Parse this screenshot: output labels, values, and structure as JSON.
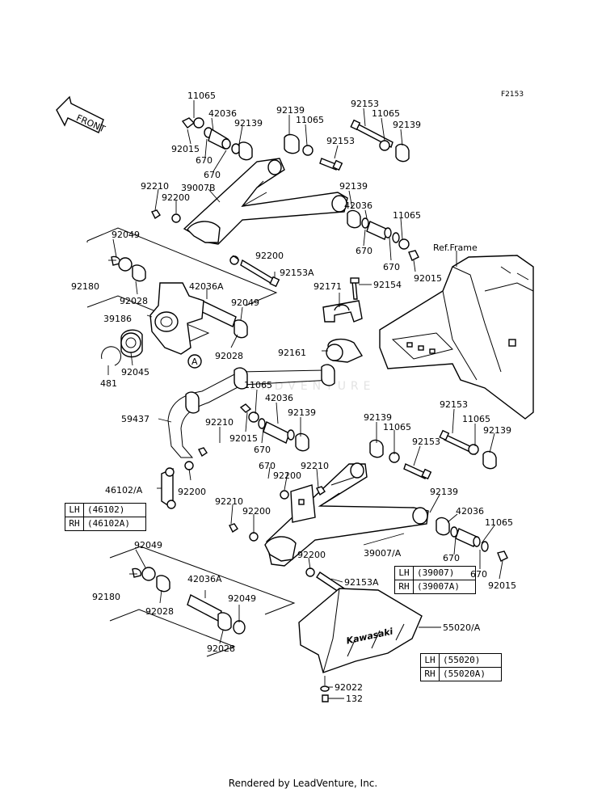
{
  "figure_id": "F2153",
  "watermark": "LEADVENTURE",
  "footer": "Rendered by LeadVenture, Inc.",
  "front_arrow_label": "FRONT",
  "ref_frame_label": "Ref.Frame",
  "callout_A": "A",
  "logo_text": "Kawasaki",
  "labels": {
    "l1": "11065",
    "l2": "42036",
    "l3": "92139",
    "l4": "92015",
    "l5": "670",
    "l6": "670",
    "l7": "92139",
    "l8": "11065",
    "l9": "92153",
    "l10": "11065",
    "l11": "92139",
    "l12": "92153",
    "l13": "92210",
    "l14": "39007B",
    "l15": "92200",
    "l16": "92139",
    "l17": "42036",
    "l18": "11065",
    "l19": "670",
    "l20": "670",
    "l21": "92015",
    "l22": "92049",
    "l23": "92200",
    "l24": "92153A",
    "l25": "92180",
    "l26": "92028",
    "l27": "42036A",
    "l28": "92171",
    "l29": "92154",
    "l30": "92049",
    "l31": "39186",
    "l32": "92028",
    "l33": "92161",
    "l34": "481",
    "l35": "92045",
    "l36": "11065",
    "l37": "42036",
    "l38": "92139",
    "l39": "59437",
    "l40": "92210",
    "l41": "92015",
    "l42": "670",
    "l43": "92139",
    "l44": "11065",
    "l45": "92153",
    "l46": "11065",
    "l47": "92139",
    "l48": "92153",
    "l49": "670",
    "l50": "92200",
    "l51": "92210",
    "l52": "46102/A",
    "l53": "92200",
    "l54": "92210",
    "l55": "92200",
    "l56": "92139",
    "l57": "42036",
    "l58": "11065",
    "l59": "39007/A",
    "l60": "670",
    "l61": "670",
    "l62": "92015",
    "l63": "92049",
    "l64": "92200",
    "l65": "92153A",
    "l66": "42036A",
    "l67": "92180",
    "l68": "92028",
    "l69": "92049",
    "l70": "92028",
    "l71": "55020/A",
    "l72": "92022",
    "l73": "132"
  },
  "legends": {
    "t46102": [
      [
        "LH",
        "(46102)"
      ],
      [
        "RH",
        "(46102A)"
      ]
    ],
    "t39007": [
      [
        "LH",
        "(39007)"
      ],
      [
        "RH",
        "(39007A)"
      ]
    ],
    "t55020": [
      [
        "LH",
        "(55020)"
      ],
      [
        "RH",
        "(55020A)"
      ]
    ]
  }
}
